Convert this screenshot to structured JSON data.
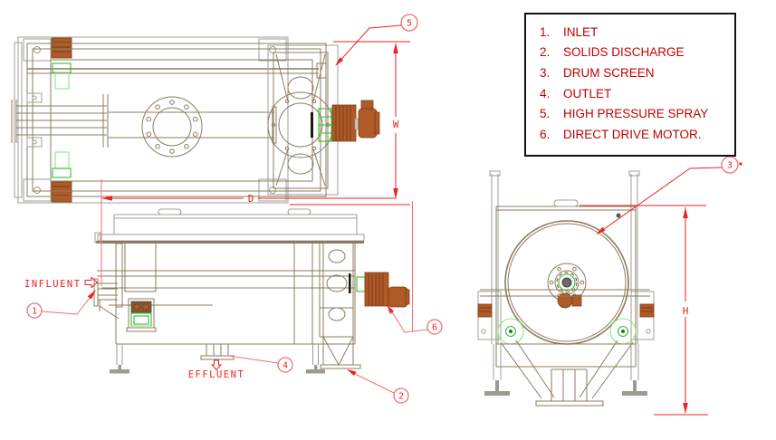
{
  "legend": {
    "items": [
      {
        "num": "1.",
        "label": "INLET"
      },
      {
        "num": "2.",
        "label": "SOLIDS DISCHARGE"
      },
      {
        "num": "3.",
        "label": "DRUM SCREEN"
      },
      {
        "num": "4.",
        "label": "OUTLET"
      },
      {
        "num": "5.",
        "label": "HIGH PRESSURE SPRAY"
      },
      {
        "num": "6.",
        "label": "DIRECT DRIVE MOTOR."
      }
    ]
  },
  "labels": {
    "influent": "INFLUENT",
    "effluent": "EFFLUENT"
  },
  "dimensions": {
    "width_label": "W",
    "depth_label": "D",
    "height_label": "H"
  },
  "callouts": {
    "inlet": "1",
    "solids_discharge": "2",
    "drum_screen": "3",
    "outlet": "4",
    "high_pressure_spray": "5",
    "direct_drive_motor": "6"
  },
  "colors": {
    "drawing-tan": "#8c7b5f",
    "drawing-gray": "#9c9c94",
    "drawing-green": "#2fbf2f",
    "drawing-green-light": "#86e886",
    "drawing-brown": "#b05a28",
    "dim-red": "#ee2222",
    "leader-red": "#f07w070",
    "legend-red": "#c00000"
  }
}
